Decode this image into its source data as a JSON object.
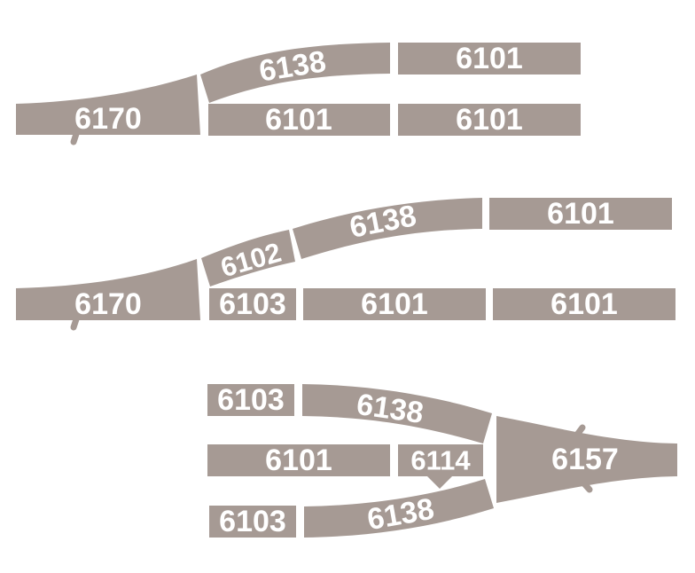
{
  "colors": {
    "track": "#a69a94",
    "label": "#ffffff",
    "background": "#ffffff"
  },
  "diagram_1": {
    "piece_6170": "6170",
    "piece_6138": "6138",
    "piece_6101_top": "6101",
    "piece_6101_mid": "6101",
    "piece_6101_right": "6101"
  },
  "diagram_2": {
    "piece_6170": "6170",
    "piece_6102": "6102",
    "piece_6138": "6138",
    "piece_6101_top": "6101",
    "piece_6103": "6103",
    "piece_6101_mid": "6101",
    "piece_6101_right": "6101"
  },
  "diagram_3": {
    "piece_6103_top": "6103",
    "piece_6138_top": "6138",
    "piece_6101": "6101",
    "piece_6114": "6114",
    "piece_6157": "6157",
    "piece_6103_bottom": "6103",
    "piece_6138_bottom": "6138"
  }
}
